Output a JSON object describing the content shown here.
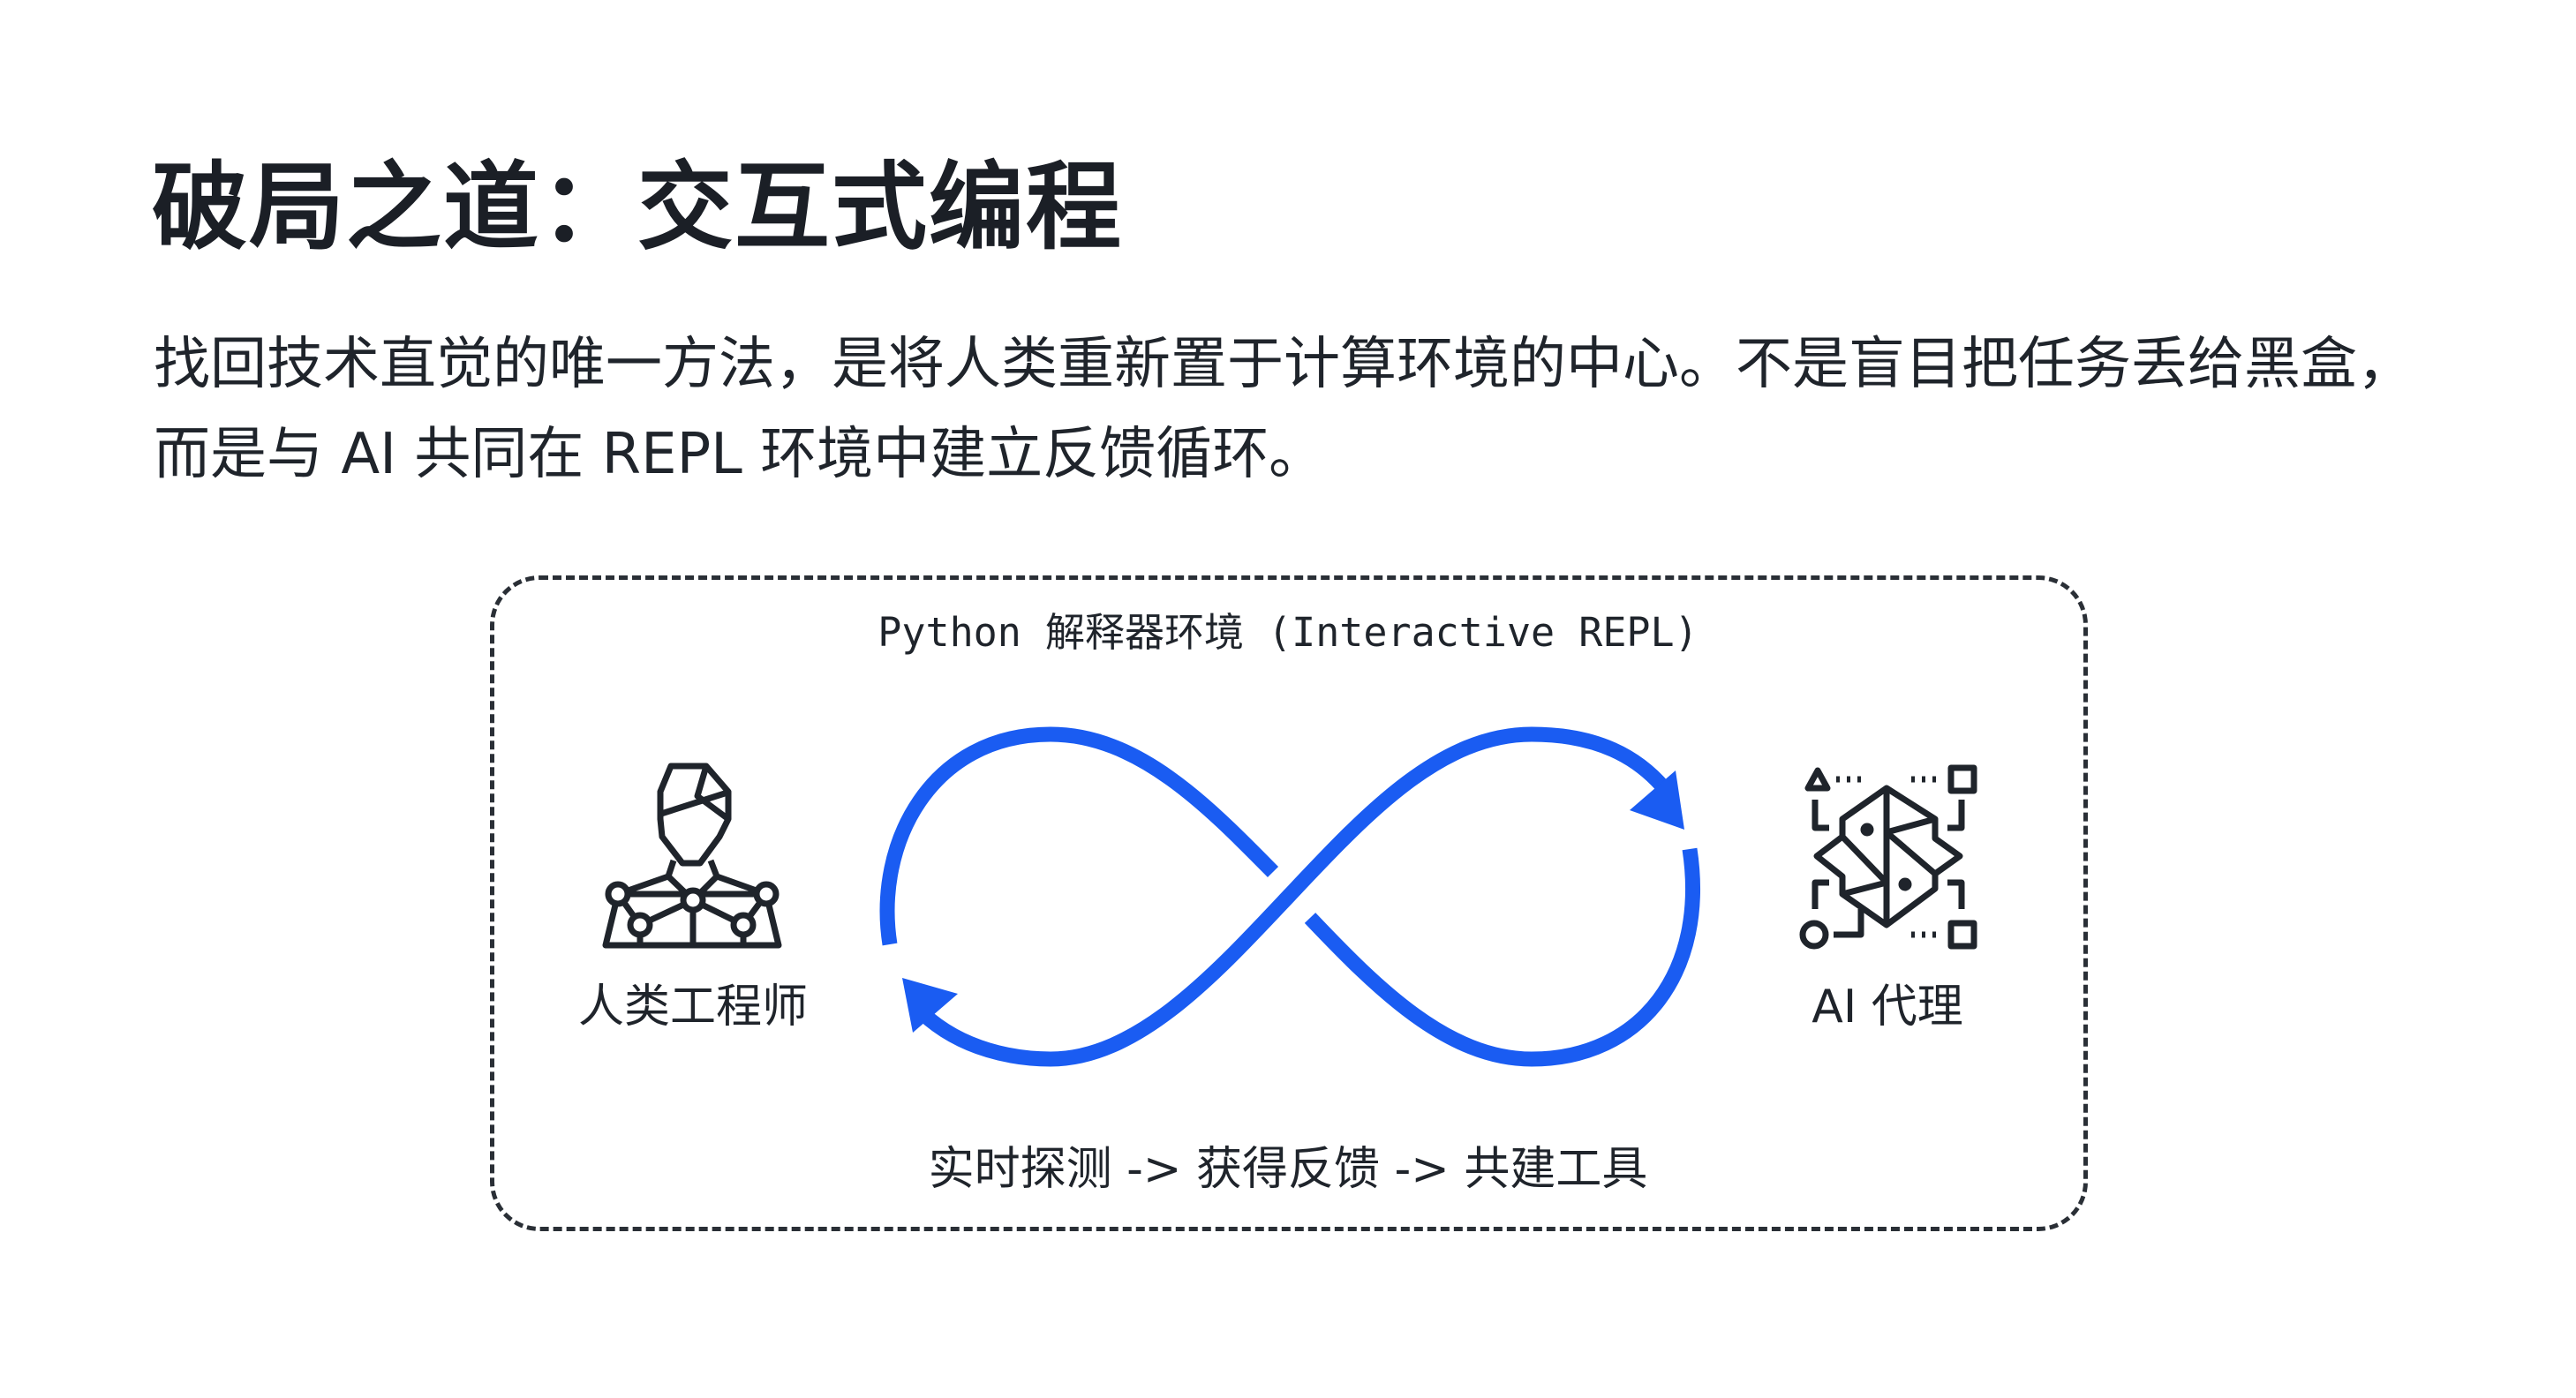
{
  "title": "破局之道：交互式编程",
  "paragraph": "找回技术直觉的唯一方法，是将人类重新置于计算环境的中心。不是盲目把任务丢给黑盒，而是与 AI 共同在 REPL 环境中建立反馈循环。",
  "diagram": {
    "container_label": "Python 解释器环境 (Interactive REPL)",
    "left_node": {
      "label": "人类工程师",
      "icon": "human-engineer-icon"
    },
    "right_node": {
      "label": "AI 代理",
      "icon": "ai-brain-icon"
    },
    "loop_icon": "infinity-loop-icon",
    "caption": "实时探测 -> 获得反馈 -> 共建工具",
    "colors": {
      "loop": "#1a5cf2",
      "stroke": "#1f242b"
    }
  }
}
